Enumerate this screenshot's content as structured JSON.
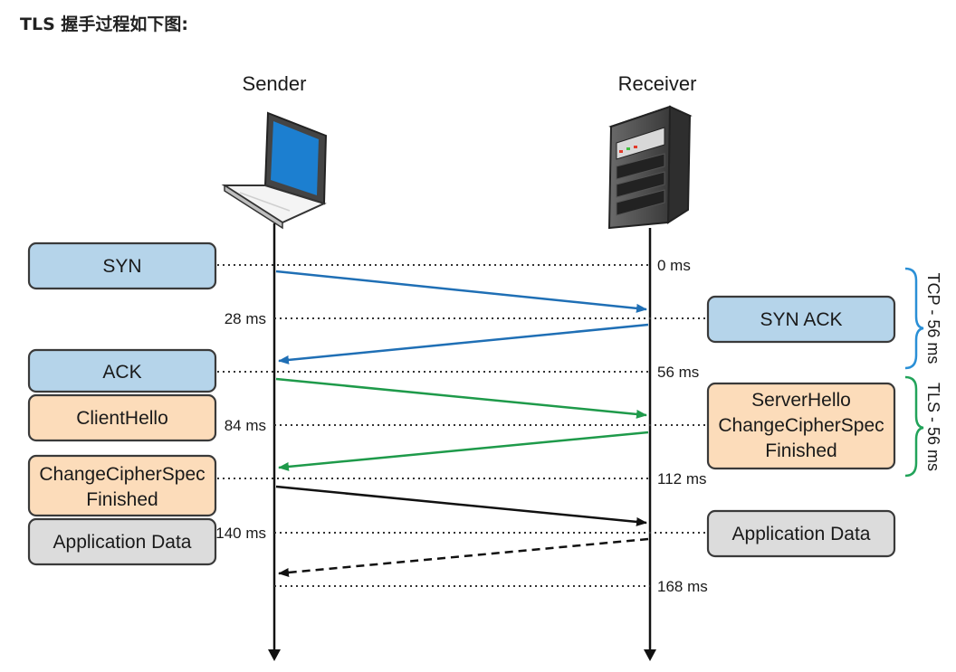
{
  "heading": "TLS 握手过程如下图:",
  "participants": {
    "sender": "Sender",
    "receiver": "Receiver"
  },
  "time_labels": {
    "t0": "0 ms",
    "t28": "28 ms",
    "t56": "56 ms",
    "t84": "84 ms",
    "t112": "112 ms",
    "t140": "140 ms",
    "t168": "168 ms"
  },
  "sender_boxes": {
    "syn": "SYN",
    "ack": "ACK",
    "client_hello": "ClientHello",
    "ccs_line1": "ChangeCipherSpec",
    "ccs_line2": "Finished",
    "app_data": "Application Data"
  },
  "receiver_boxes": {
    "syn_ack": "SYN ACK",
    "server_hello_line1": "ServerHello",
    "server_hello_line2": "ChangeCipherSpec",
    "server_hello_line3": "Finished",
    "app_data": "Application Data"
  },
  "phases": {
    "tcp": "TCP - 56 ms",
    "tls": "TLS - 56 ms"
  },
  "colors": {
    "tcp_arrow": "#1f6fb5",
    "tls_arrow": "#1e9a4a",
    "data_arrow": "#111111",
    "blue_box": "#b5d4ea",
    "orange_box": "#fcdcba",
    "gray_box": "#dcdcdc",
    "tcp_brace": "#2a8fd6",
    "tls_brace": "#22a35a"
  }
}
